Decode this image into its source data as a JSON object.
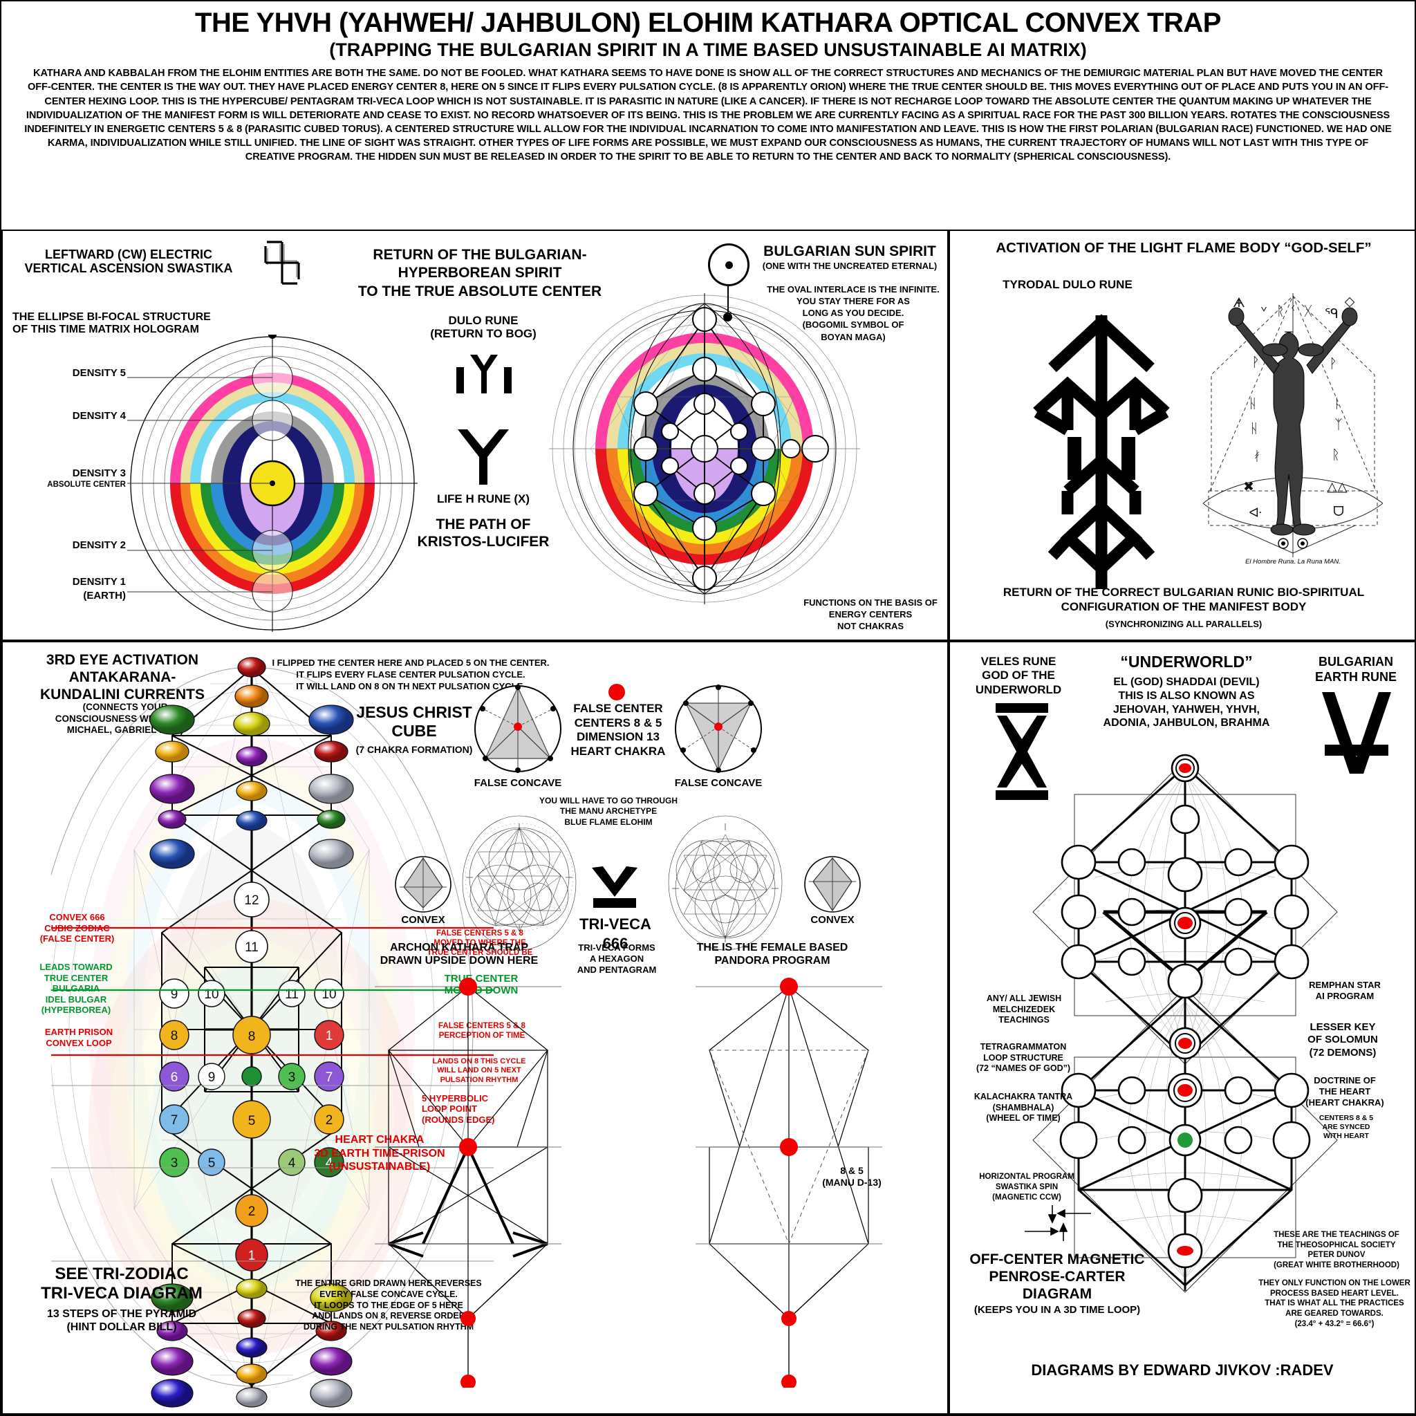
{
  "header": {
    "title": "THE YHVH (YAHWEH/ JAHBULON) ELOHIM KATHARA OPTICAL CONVEX TRAP",
    "subtitle": "(TRAPPING THE BULGARIAN SPIRIT IN A TIME BASED UNSUSTAINABLE AI MATRIX)",
    "body": "KATHARA AND KABBALAH FROM THE ELOHIM ENTITIES ARE BOTH THE SAME. DO NOT BE FOOLED. WHAT KATHARA SEEMS TO HAVE DONE IS SHOW ALL OF THE CORRECT STRUCTURES AND MECHANICS OF THE DEMIURGIC MATERIAL PLAN BUT HAVE MOVED THE CENTER OFF-CENTER. THE CENTER IS THE WAY OUT. THEY HAVE PLACED ENERGY CENTER 8, HERE ON 5 SINCE IT FLIPS EVERY PULSATION CYCLE. (8 IS APPARENTLY ORION) WHERE THE TRUE CENTER SHOULD BE. THIS MOVES EVERYTHING OUT OF PLACE AND PUTS YOU IN AN OFF-CENTER HEXING LOOP. THIS IS THE HYPERCUBE/ PENTAGRAM TRI-VECA LOOP WHICH IS NOT SUSTAINABLE. IT IS PARASITIC IN NATURE (LIKE A CANCER). IF THERE IS NOT RECHARGE LOOP TOWARD THE ABSOLUTE CENTER THE QUANTUM MAKING UP WHATEVER THE INDIVIDUALIZATION OF THE MANIFEST FORM IS WILL DETERIORATE AND CEASE TO EXIST. NO RECORD WHATSOEVER OF ITS BEING. THIS IS THE PROBLEM WE ARE CURRENTLY FACING AS A SPIRITUAL RACE FOR THE PAST 300 BILLION YEARS. ROTATES THE CONSCIOUSNESS INDEFINITELY IN ENERGETIC CENTERS 5 & 8 (PARASITIC CUBED TORUS). A CENTERED STRUCTURE WILL ALLOW FOR THE INDIVIDUAL INCARNATION TO COME INTO MANIFESTATION AND LEAVE. THIS IS HOW THE FIRST POLARIAN (BULGARIAN RACE) FUNCTIONED. WE HAD ONE KARMA, INDIVIDUALIZATION WHILE STILL UNIFIED. THE LINE OF SIGHT WAS STRAIGHT. OTHER TYPES OF LIFE FORMS ARE POSSIBLE, WE MUST EXPAND OUR CONSCIOUSNESS AS HUMANS, THE CURRENT TRAJECTORY OF HUMANS WILL NOT LAST WITH THIS TYPE OF CREATIVE PROGRAM. THE HIDDEN SUN MUST BE RELEASED IN ORDER TO THE SPIRIT TO BE ABLE TO RETURN TO THE CENTER AND BACK TO NORMALITY (SPHERICAL CONSCIOUSNESS)."
  },
  "panel_topleft": {
    "swastika_label": "LEFTWARD (CW) ELECTRIC\nVERTICAL ASCENSION SWASTIKA",
    "ellipse_label": "THE ELLIPSE BI-FOCAL STRUCTURE\nOF THIS TIME MATRIX HOLOGRAM",
    "densities": [
      {
        "label": "DENSITY 5",
        "sub": ""
      },
      {
        "label": "DENSITY 4",
        "sub": ""
      },
      {
        "label": "DENSITY 3",
        "sub": "ABSOLUTE CENTER"
      },
      {
        "label": "DENSITY 2",
        "sub": ""
      },
      {
        "label": "DENSITY 1",
        "sub": "(EARTH)"
      }
    ],
    "center_heading": "RETURN OF THE BULGARIAN-\nHYPERBOREAN SPIRIT\nTO THE TRUE ABSOLUTE CENTER",
    "dulo_rune_label": "DULO RUNE\n(RETURN TO BOG)",
    "life_rune_label": "LIFE H RUNE (X)",
    "path_label": "THE PATH OF\nKRISTOS-LUCIFER",
    "sun_spirit_title": "BULGARIAN SUN SPIRIT",
    "sun_spirit_sub": "(ONE WITH THE UNCREATED ETERNAL)",
    "oval_note": "THE OVAL INTERLACE IS THE INFINITE.\nYOU STAY THERE FOR AS\nLONG AS YOU DECIDE.\n(BOGOMIL SYMBOL OF\nBOYAN MAGA)",
    "functions_note": "FUNCTIONS ON THE BASIS OF\nENERGY CENTERS\nNOT CHAKRAS",
    "rainbow_colors": [
      "#ff3fa4",
      "#ece0a0",
      "#6fd8f2",
      "#ffffff",
      "#9a9a9a",
      "#1a1a72",
      "#ffffff",
      "#d3a6f0",
      "#f4e11a",
      "#2f8fd6",
      "#1f8f36",
      "#f6ec18",
      "#f58220",
      "#e8161c"
    ]
  },
  "panel_topright": {
    "title": "ACTIVATION OF THE LIGHT FLAME BODY “GOD-SELF”",
    "rune_label": "TYRODAL DULO RUNE",
    "figure_caption": "El Hombre Runa. La Runa MAN.",
    "bottom_caption": "RETURN OF THE CORRECT BULGARIAN RUNIC BIO-SPIRITUAL\nCONFIGURATION OF THE MANIFEST BODY",
    "bottom_caption_sub": "(SYNCHRONIZING ALL PARALLELS)",
    "body_runes": [
      "ᛗ",
      "ᚱ",
      "ᚠ",
      "ᛇ",
      "ᚹ",
      "ᛏ",
      "ᛖ",
      "ᚩ",
      "ᛟ",
      "ᛁ",
      "ᚾ",
      "ᛝ",
      "ᛉ",
      "ᛡ"
    ]
  },
  "panel_botleft": {
    "title": "3RD EYE ACTIVATION\nANTAKARANA-\nKUNDALINI CURRENTS",
    "subtitle": "(CONNECTS YOUR\nCONSCIOUSNESS WITH THEM.\nMICHAEL, GABRIEL ETC.)",
    "left_annotations": [
      {
        "text": "CONVEX 666\nCUBIC ZODIAC\n(FALSE CENTER)",
        "color": "#e00000"
      },
      {
        "text": "LEADS TOWARD\nTRUE CENTER\nBULGARIA\nIDEL BULGAR\n(HYPERBOREA)",
        "color": "#009a28"
      },
      {
        "text": "EARTH PRISON\nCONVEX LOOP",
        "color": "#e00000"
      }
    ],
    "right_annotations": [
      {
        "text": "FALSE CENTERS 5 & 8\nMOVED TO WHERE THE\nTRUE CENTER SHOULD BE",
        "color": "#e00000"
      },
      {
        "text": "TRUE CENTER\nMOVED DOWN",
        "color": "#009a28"
      },
      {
        "text": "FALSE CENTERS 5 & 8\nPERCEPTION OF TIME",
        "color": "#e00000"
      },
      {
        "text": "LANDS ON 8 THIS CYCLE\nWILL LAND ON 5 NEXT\nPULSATION RHYTHM",
        "color": "#e00000"
      },
      {
        "text": "5 HYPERBOLIC\nLOOP POINT\n(ROUNDS EDGE)",
        "color": "#e00000"
      },
      {
        "text": "HEART CHAKRA\n3D EARTH TIME-PRISON\n(UNSUSTAINABLE)",
        "color": "#e00000"
      }
    ],
    "bottom_left_title": "SEE TRI-ZODIAC\nTRI-VECA DIAGRAM",
    "bottom_left_sub": "13 STEPS OF THE PYRAMID\n(HINT DOLLAR BILL)",
    "bottom_note": "THE ENTIRE GRID DRAWN HERE REVERSES\nEVERY FALSE CONCAVE CYCLE.\nIT LOOPS TO THE EDGE OF 5 HERE\nAND LANDS ON 8, REVERSE ORDER\nDURING THE NEXT PULSATION RHYTHM",
    "flip_note": "I FLIPPED THE CENTER HERE AND PLACED 5 ON THE CENTER.\nIT FLIPS EVERY FLASE CENTER PULSATION CYCLE.\nIT WILL LAND ON 8 ON TH NEXT PULSATION CYCLE.",
    "jc_cube_title": "JESUS CHRIST\nCUBE",
    "jc_cube_sub": "(7 CHAKRA FORMATION)",
    "false_center_label": "FALSE CENTER\nCENTERS 8 & 5\nDIMENSION 13\nHEART CHAKRA",
    "false_concave_left": "FALSE CONCAVE",
    "false_concave_right": "FALSE CONCAVE",
    "manu_note": "YOU WILL HAVE TO GO THROUGH\nTHE MANU ARCHETYPE\nBLUE FLAME ELOHIM",
    "convex_left": "CONVEX",
    "convex_right": "CONVEX",
    "triveca_label": "TRI-VECA",
    "triveca_number": "666",
    "archon_label": "ARCHON KATHARA TRAP\nDRAWN UPSIDE DOWN HERE",
    "triveca_forms": "TRI-VECA FORMS\nA HEXAGON\nAND PENTAGRAM",
    "pandora_label": "THE IS THE FEMALE BASED\nPANDORA PROGRAM",
    "manu_d13": "8 & 5\n(MANU D-13)",
    "tree_numbers_center": [
      "12",
      "11",
      "8",
      "5",
      "2",
      "1"
    ],
    "tree_numbers_left": [
      "9",
      "10",
      "8",
      "6",
      "9",
      "7",
      "3",
      "5"
    ],
    "tree_numbers_right": [
      "11",
      "10",
      "1",
      "3",
      "7",
      "2",
      "4",
      "4"
    ]
  },
  "panel_botright": {
    "veles_label": "VELES RUNE\nGOD OF THE\nUNDERWORLD",
    "center_title": "“UNDERWORLD”",
    "center_body": "EL (GOD) SHADDAI (DEVIL)\nTHIS IS ALSO KNOWN AS\nJEHOVAH, YAHWEH, YHVH,\nADONIA, JAHBULON, BRAHMA",
    "earth_rune_label": "BULGARIAN\nEARTH RUNE",
    "left_notes": [
      "ANY/ ALL JEWISH\nMELCHIZEDEK\nTEACHINGS",
      "TETRAGRAMMATON\nLOOP STRUCTURE\n(72 “NAMES OF GOD”)",
      "KALACHAKRA TANTRA\n(SHAMBHALA)\n(WHEEL OF TIME)"
    ],
    "right_notes": [
      "REMPHAN STAR\nAI PROGRAM",
      "LESSER KEY\nOF SOLOMUN\n(72 DEMONS)",
      "DOCTRINE OF\nTHE HEART\n(HEART CHAKRA)",
      "CENTERS 8 & 5\nARE SYNCED\nWITH HEART"
    ],
    "swastika_note": "HORIZONTAL PROGRAM\nSWASTIKA SPIN\n(MAGNETIC CCW)",
    "penrose_title": "OFF-CENTER MAGNETIC\nPENROSE-CARTER\nDIAGRAM",
    "penrose_sub": "(KEEPS YOU IN A 3D TIME LOOP)",
    "theosophical_note": "THESE ARE THE TEACHINGS OF\nTHE THEOSOPHICAL SOCIETY\nPETER DUNOV\n(GREAT WHITE BROTHERHOOD)",
    "practices_note": "THEY ONLY FUNCTION ON THE LOWER\nPROCESS BASED HEART LEVEL.\nTHAT IS WHAT ALL THE PRACTICES\nARE GEARED TOWARDS.\n(23.4° + 43.2° = 66.6°)",
    "credit": "DIAGRAMS BY EDWARD JIVKOV :RADEV"
  },
  "colors": {
    "red": "#e00000",
    "green": "#009a28",
    "black": "#000000",
    "node_red": "#f00000"
  }
}
